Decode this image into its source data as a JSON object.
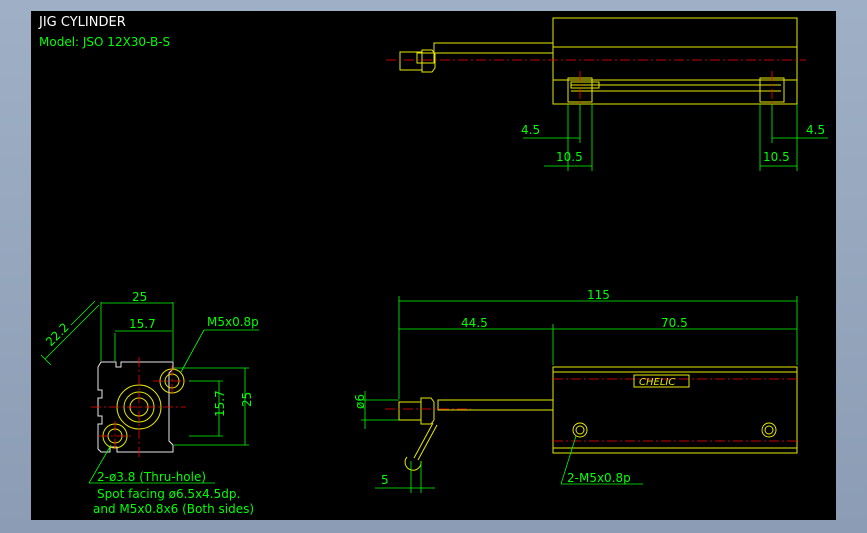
{
  "title": "JIG CYLINDER",
  "model": "Model: JSO 12X30-B-S",
  "top_view": {
    "dim_left_a": "4.5",
    "dim_left_b": "10.5",
    "dim_right_a": "4.5",
    "dim_right_b": "10.5"
  },
  "end_view": {
    "dim_top": "25",
    "dim_inner": "15.7",
    "dim_diag": "22.2",
    "dim_vert_inner": "15.7",
    "dim_vert": "25",
    "port_label": "M5x0.8p",
    "note_line1": "2-ø3.8 (Thru-hole)",
    "note_line2": "Spot facing ø6.5x4.5dp.",
    "note_line3": "and M5x0.8x6 (Both sides)"
  },
  "front_view": {
    "dim_total": "115",
    "dim_rod": "44.5",
    "dim_body": "70.5",
    "dim_dia": "ø6",
    "dim_small": "5",
    "port_label": "2-M5x0.8p",
    "brand": "CHELIC"
  },
  "colors": {
    "background": "#000000",
    "outline": "#e8e800",
    "dimension": "#00ff00",
    "centerline": "#ff0000"
  }
}
